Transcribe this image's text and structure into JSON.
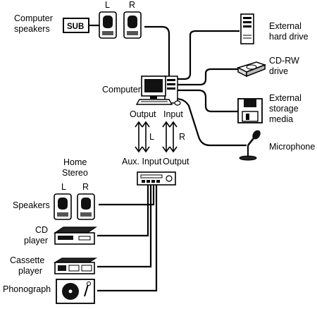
{
  "labels": {
    "computer_speakers_line1": "Computer",
    "computer_speakers_line2": "speakers",
    "sub": "SUB",
    "left": "L",
    "right": "R",
    "external_hd_line1": "External",
    "external_hd_line2": "hard drive",
    "cdrw_line1": "CD-RW",
    "cdrw_line2": "drive",
    "ext_storage_line1": "External",
    "ext_storage_line2": "storage",
    "ext_storage_line3": "media",
    "microphone": "Microphone",
    "computer": "Computer",
    "output": "Output",
    "input": "Input",
    "arrow_left": "L",
    "arrow_right": "R",
    "aux_input": "Aux. Input",
    "output2": "Output",
    "home_stereo_line1": "Home",
    "home_stereo_line2": "Stereo",
    "stereo_left": "L",
    "stereo_right": "R",
    "speakers": "Speakers",
    "cd_player_line1": "CD",
    "cd_player_line2": "player",
    "cassette_line1": "Cassette",
    "cassette_line2": "player",
    "phonograph": "Phonograph"
  }
}
